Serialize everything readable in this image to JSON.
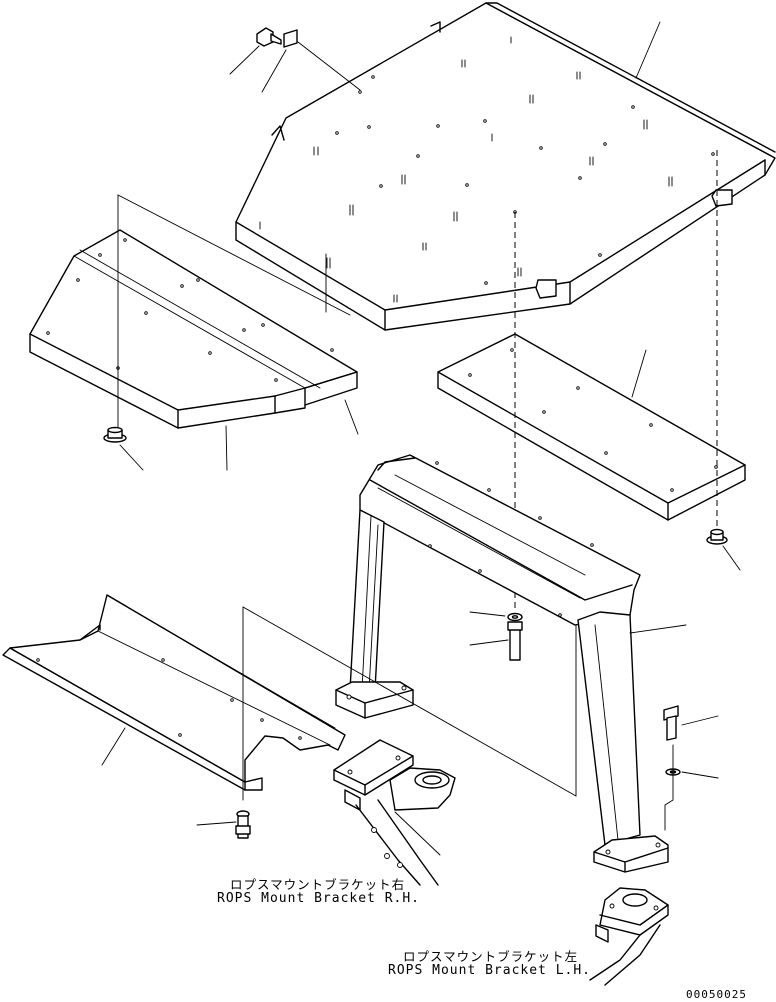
{
  "labels": {
    "bracket_rh_jp": "ロプスマウントブラケット右",
    "bracket_rh_en": "ROPS Mount Bracket R.H.",
    "bracket_lh_jp": "ロプスマウントブラケット左",
    "bracket_lh_en": "ROPS Mount Bracket L.H.",
    "drawing_number": "00050025"
  },
  "colors": {
    "line": "#000000",
    "background": "#ffffff"
  }
}
